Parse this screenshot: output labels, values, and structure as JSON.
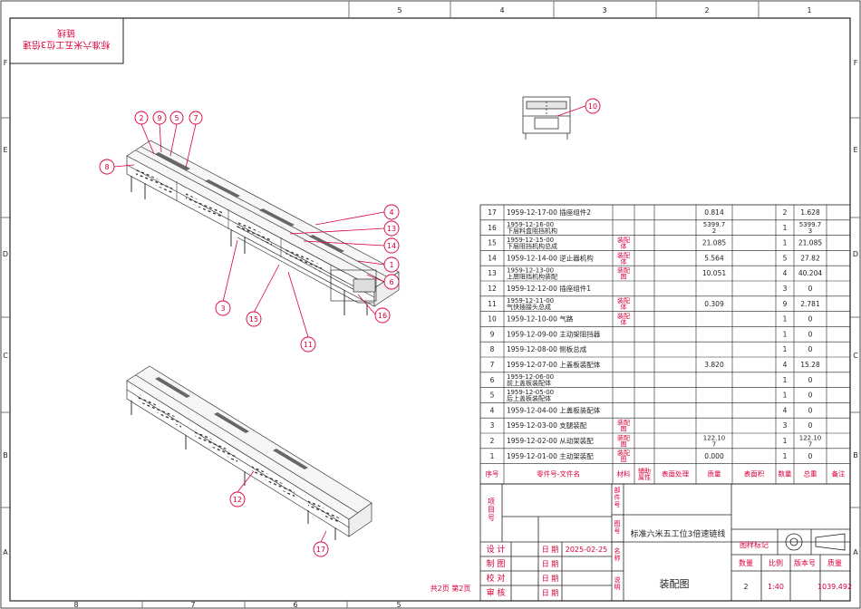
{
  "zones": {
    "top": [
      "5",
      "4",
      "3",
      "2",
      "1"
    ],
    "bottom": [
      "8",
      "7",
      "6",
      "5"
    ],
    "left": [
      "F",
      "E",
      "D",
      "C",
      "B",
      "A"
    ],
    "right": [
      "F",
      "E",
      "D",
      "C",
      "B",
      "A"
    ]
  },
  "stamp": {
    "line1": "标准六米五工位3倍速",
    "line2": "链线"
  },
  "balloons": {
    "b1": "1",
    "b2": "2",
    "b3": "3",
    "b4": "4",
    "b5": "5",
    "b6": "6",
    "b7": "7",
    "b8": "8",
    "b9": "9",
    "b10": "10",
    "b11": "11",
    "b12": "12",
    "b13": "13",
    "b14": "14",
    "b15": "15",
    "b16": "16",
    "b17": "17"
  },
  "bom": {
    "rows": [
      {
        "no": "17",
        "part": "1959-12-17-00 插座组件2",
        "mat": "",
        "att": "",
        "surf": "",
        "mass": "0.814",
        "area": "",
        "qty": "2",
        "total": "1.628",
        "note": ""
      },
      {
        "no": "16",
        "part": "1959-12-16-00\n下层料盒阻挡机构",
        "mat": "",
        "att": "",
        "surf": "",
        "mass": "5399.7\n2",
        "area": "",
        "qty": "1",
        "total": "5399.7\n3",
        "note": ""
      },
      {
        "no": "15",
        "part": "1959-12-15-00\n下层阻挡机构总成",
        "mat": "装配\n体",
        "att": "",
        "surf": "",
        "mass": "21.085",
        "area": "",
        "qty": "1",
        "total": "21.085",
        "note": ""
      },
      {
        "no": "14",
        "part": "1959-12-14-00 逆止器机构",
        "mat": "装配\n体",
        "att": "",
        "surf": "",
        "mass": "5.564",
        "area": "",
        "qty": "5",
        "total": "27.82",
        "note": ""
      },
      {
        "no": "13",
        "part": "1959-12-13-00\n上层阻挡机构装配",
        "mat": "装配\n图",
        "att": "",
        "surf": "",
        "mass": "10.051",
        "area": "",
        "qty": "4",
        "total": "40.204",
        "note": ""
      },
      {
        "no": "12",
        "part": "1959-12-12-00 插座组件1",
        "mat": "",
        "att": "",
        "surf": "",
        "mass": "",
        "area": "",
        "qty": "3",
        "total": "0",
        "note": ""
      },
      {
        "no": "11",
        "part": "1959-12-11-00\n气快插接头总成",
        "mat": "装配\n体",
        "att": "",
        "surf": "",
        "mass": "0.309",
        "area": "",
        "qty": "9",
        "total": "2.781",
        "note": ""
      },
      {
        "no": "10",
        "part": "1959-12-10-00 气路",
        "mat": "装配\n体",
        "att": "",
        "surf": "",
        "mass": "",
        "area": "",
        "qty": "1",
        "total": "0",
        "note": ""
      },
      {
        "no": "9",
        "part": "1959-12-09-00 主动架阻挡器",
        "mat": "",
        "att": "",
        "surf": "",
        "mass": "",
        "area": "",
        "qty": "1",
        "total": "0",
        "note": ""
      },
      {
        "no": "8",
        "part": "1959-12-08-00 侧板总成",
        "mat": "",
        "att": "",
        "surf": "",
        "mass": "",
        "area": "",
        "qty": "1",
        "total": "0",
        "note": ""
      },
      {
        "no": "7",
        "part": "1959-12-07-00 上盖板装配体",
        "mat": "",
        "att": "",
        "surf": "",
        "mass": "3.820",
        "area": "",
        "qty": "4",
        "total": "15.28",
        "note": ""
      },
      {
        "no": "6",
        "part": "1959-12-06-00\n前上盖板装配体",
        "mat": "",
        "att": "",
        "surf": "",
        "mass": "",
        "area": "",
        "qty": "1",
        "total": "0",
        "note": ""
      },
      {
        "no": "5",
        "part": "1959-12-05-00\n后上盖板装配体",
        "mat": "",
        "att": "",
        "surf": "",
        "mass": "",
        "area": "",
        "qty": "1",
        "total": "0",
        "note": ""
      },
      {
        "no": "4",
        "part": "1959-12-04-00 上盖板装配体",
        "mat": "",
        "att": "",
        "surf": "",
        "mass": "",
        "area": "",
        "qty": "4",
        "total": "0",
        "note": ""
      },
      {
        "no": "3",
        "part": "1959-12-03-00 支腿装配",
        "mat": "装配\n图",
        "att": "",
        "surf": "",
        "mass": "",
        "area": "",
        "qty": "3",
        "total": "0",
        "note": ""
      },
      {
        "no": "2",
        "part": "1959-12-02-00 从动架装配",
        "mat": "装配\n图",
        "att": "",
        "surf": "",
        "mass": "122.10\n7",
        "area": "",
        "qty": "1",
        "total": "122.10\n7",
        "note": ""
      },
      {
        "no": "1",
        "part": "1959-12-01-00 主动架装配",
        "mat": "装配\n图",
        "att": "",
        "surf": "",
        "mass": "0.000",
        "area": "",
        "qty": "1",
        "total": "0",
        "note": ""
      }
    ],
    "header": {
      "no": "序号",
      "part": "零件号-文件名",
      "mat": "材料",
      "att": "辅助\n属性",
      "surf": "表面处理",
      "mass": "质量",
      "area": "表面积",
      "qty": "数量",
      "total": "总重",
      "note": "备注"
    }
  },
  "title_block": {
    "project_label": "项\n目\n号",
    "drawing_no_label": "部\n件\n号",
    "drawing_name_label": "图\n号",
    "name_label": "名\n称",
    "note_label": "说\n明",
    "product_name": "标准六米五工位3倍速链线",
    "sign_design": "设 计",
    "sign_draw": "制 图",
    "sign_check": "校 对",
    "sign_review": "审 核",
    "date_label": "日 期",
    "design_date": "2025-02-25",
    "sheet_title": "装配图",
    "mark_label": "图样标记",
    "qty_label": "数量",
    "scale_label": "比例",
    "version_label": "版本号",
    "weight_label": "质量",
    "qty_value": "2",
    "scale_value": "1:40",
    "weight_value": "1039.492",
    "sheet_info": "共2页  第2页"
  }
}
